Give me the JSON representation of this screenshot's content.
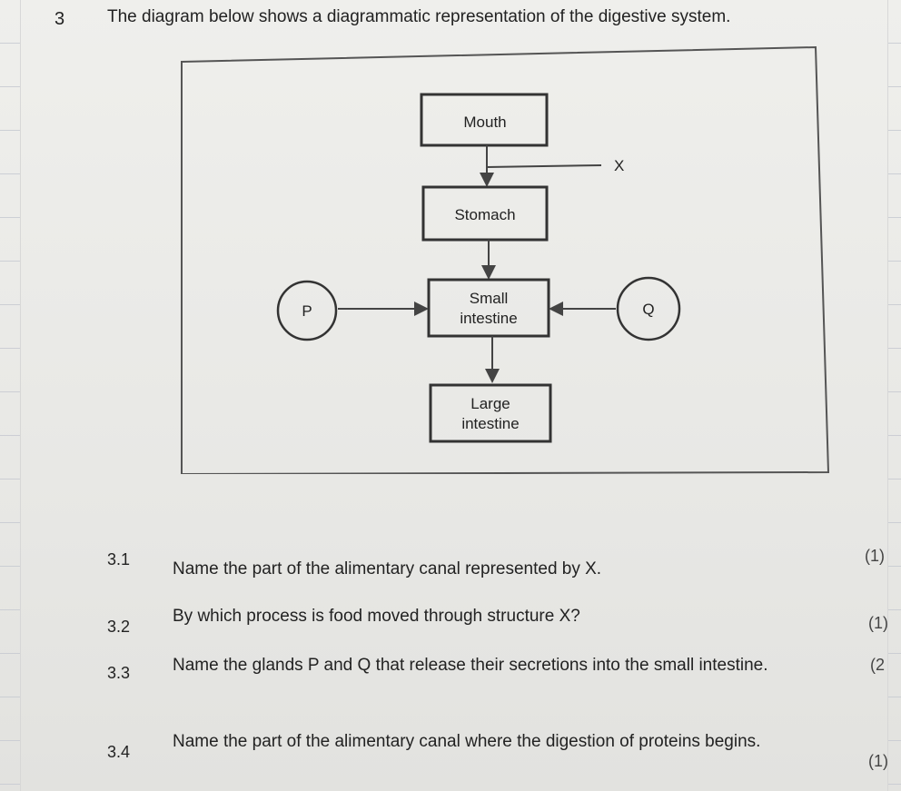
{
  "question": {
    "number": "3",
    "intro": "The diagram below shows a diagrammatic representation of the digestive system."
  },
  "diagram": {
    "nodes": {
      "mouth": "Mouth",
      "stomach": "Stomach",
      "small_line1": "Small",
      "small_line2": "intestine",
      "large_line1": "Large",
      "large_line2": "intestine",
      "p": "P",
      "q": "Q",
      "x": "X"
    }
  },
  "subquestions": [
    {
      "number": "3.1",
      "text": "Name the part of the alimentary canal represented by X.",
      "marks": "(1)"
    },
    {
      "number": "3.2",
      "text": "By which process is food moved through structure X?",
      "marks": "(1)"
    },
    {
      "number": "3.3",
      "text": "Name the glands P and Q that release their secretions into the small intestine.",
      "marks": "(2"
    },
    {
      "number": "3.4",
      "text": "Name the part of the alimentary canal where the digestion of proteins begins.",
      "marks": "(1)"
    }
  ]
}
